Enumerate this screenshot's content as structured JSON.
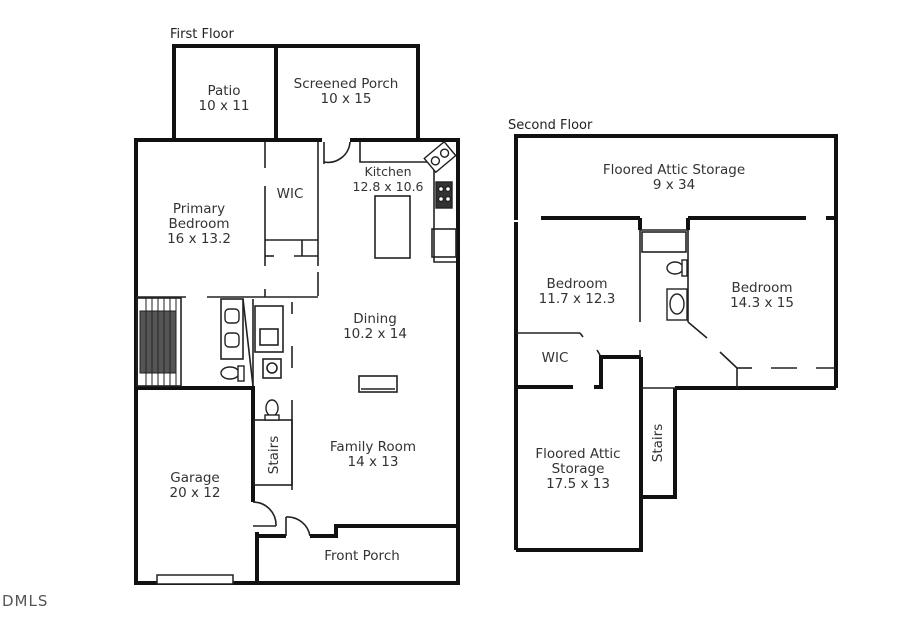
{
  "first_floor": {
    "title": "First Floor",
    "rooms": {
      "patio": {
        "name": "Patio",
        "dims": "10 x 11"
      },
      "screened_porch": {
        "name": "Screened Porch",
        "dims": "10 x 15"
      },
      "kitchen": {
        "name": "Kitchen",
        "dims": "12.8 x 10.6"
      },
      "primary_bedroom": {
        "name": "Primary\nBedroom",
        "name_line1": "Primary",
        "name_line2": "Bedroom",
        "dims": "16 x 13.2"
      },
      "wic": {
        "name": "WIC"
      },
      "dining": {
        "name": "Dining",
        "dims": "10.2 x 14"
      },
      "stairs": {
        "name": "Stairs"
      },
      "family_room": {
        "name": "Family Room",
        "dims": "14 x 13"
      },
      "garage": {
        "name": "Garage",
        "dims": "20 x 12"
      },
      "front_porch": {
        "name": "Front Porch"
      }
    }
  },
  "second_floor": {
    "title": "Second Floor",
    "rooms": {
      "attic_top": {
        "name": "Floored Attic Storage",
        "dims": "9 x 34"
      },
      "bedroom_left": {
        "name": "Bedroom",
        "dims": "11.7 x 12.3"
      },
      "bedroom_right": {
        "name": "Bedroom",
        "dims": "14.3 x 15"
      },
      "wic": {
        "name": "WIC"
      },
      "attic_bottom": {
        "name_line1": "Floored Attic",
        "name_line2": "Storage",
        "dims": "17.5 x 13"
      },
      "stairs": {
        "name": "Stairs"
      }
    }
  },
  "watermark": "DMLS",
  "colors": {
    "wall": "#111111",
    "thin_line": "#222222",
    "text": "#333333"
  }
}
